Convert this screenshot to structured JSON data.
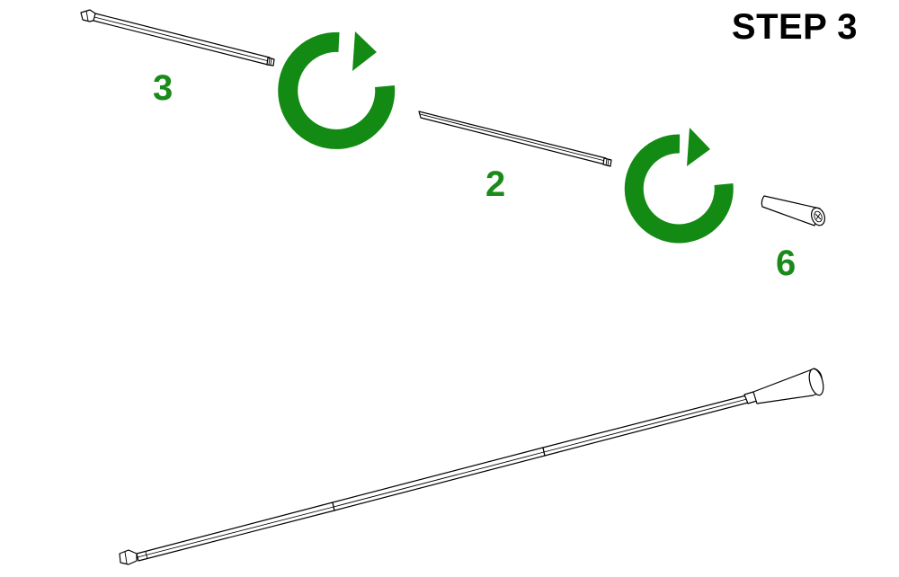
{
  "step": {
    "title": "STEP 3"
  },
  "parts": [
    {
      "id": "pole-section-3",
      "label": "3"
    },
    {
      "id": "pole-section-2",
      "label": "2"
    },
    {
      "id": "handle-6",
      "label": "6"
    }
  ],
  "icons": {
    "rotate": "rotate-clockwise-icon"
  },
  "colors": {
    "label": "#1a8a1a",
    "arrow": "#138a13",
    "outline": "#000000"
  }
}
